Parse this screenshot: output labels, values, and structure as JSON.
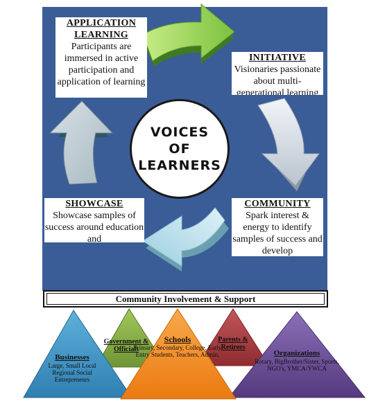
{
  "center_title": "VOICES OF LEARNERS",
  "stages": {
    "application": {
      "title": "APPLICATION LEARNING",
      "text": "Participants are immersed in active participation and application of learning"
    },
    "initiative": {
      "title": "INITIATIVE",
      "text": "Visionaries passionate about multi-generational learning"
    },
    "community": {
      "title": "COMMUNITY",
      "text": "Spark interest & energy to identify samples of success and develop"
    },
    "showcase": {
      "title": "SHOWCASE",
      "text": "Showcase samples of success around education and"
    }
  },
  "banner": "Community Involvement & Support",
  "groups": {
    "businesses": {
      "title": "Businesses",
      "text": "Large, Small Local Regional Social Entrepreneurs"
    },
    "government": {
      "title": "Government & Officials"
    },
    "schools": {
      "title": "Schools",
      "text": "Primary, Secondary, College, Early Entry Students, Teachers, Admin."
    },
    "parents": {
      "title": "Parents & Retirees"
    },
    "organizations": {
      "title": "Organizations",
      "text": "Rotary, BigBrother/Sister, Sports, NGO's, YMCA/YWCA"
    }
  },
  "colors": {
    "panel": "#3a5d97",
    "arrow_green": "#8fd14f",
    "arrow_silver": "#d3dae3",
    "arrow_teal": "#3f6e7a",
    "arrow_blue": "#b6dce8",
    "tri_businesses": "#3f95c4",
    "tri_government": "#7ea13f",
    "tri_schools": "#f58c1e",
    "tri_parents": "#a83a3d",
    "tri_organizations": "#6a4f99"
  }
}
